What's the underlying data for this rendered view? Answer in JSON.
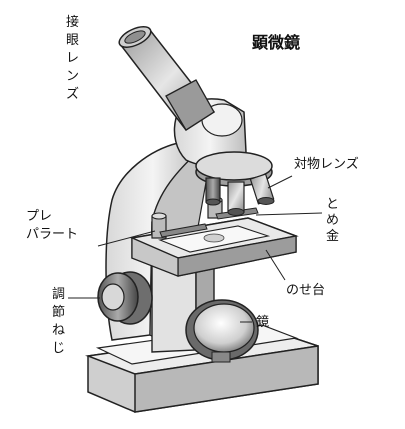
{
  "title": "顕微鏡",
  "labels": {
    "eyepiece": [
      "接",
      "眼",
      "レ",
      "ン",
      "ズ"
    ],
    "objective": "対物レンズ",
    "clip": [
      "と",
      "め",
      "金"
    ],
    "slide": [
      "プレ",
      "パラート"
    ],
    "stage": "のせ台",
    "focus": [
      "調",
      "節",
      "ね",
      "じ"
    ],
    "mirror": "鏡"
  }
}
